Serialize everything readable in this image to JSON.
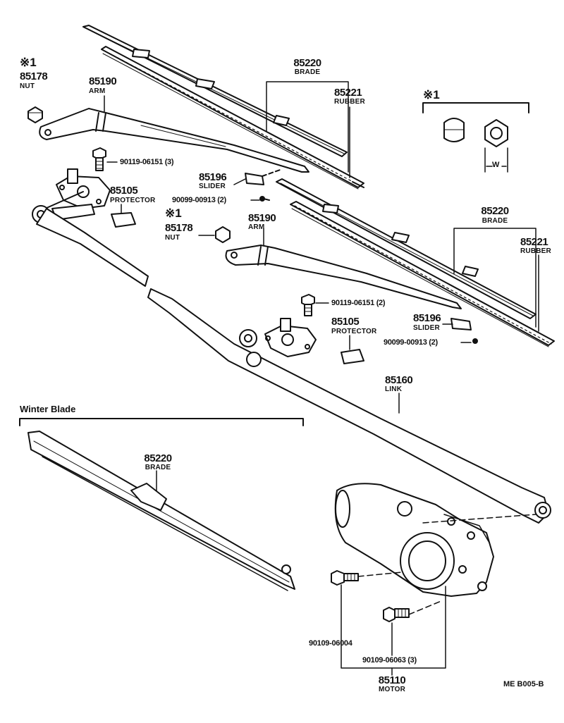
{
  "labels": {
    "mark_note": "※1",
    "w_dimension": "W",
    "winter_blade_title": "Winter Blade",
    "diagram_code": "ME   B005-B"
  },
  "parts": {
    "nut_85178": {
      "number": "85178",
      "name": "NUT"
    },
    "arm_85190": {
      "number": "85190",
      "name": "ARM"
    },
    "blade_85220": {
      "number": "85220",
      "name": "BRADE"
    },
    "rubber_85221": {
      "number": "85221",
      "name": "RUBBER"
    },
    "slider_85196": {
      "number": "85196",
      "name": "SLIDER"
    },
    "protector_85105": {
      "number": "85105",
      "name": "PROTECTOR"
    },
    "link_85160": {
      "number": "85160",
      "name": "LINK"
    },
    "motor_85110": {
      "number": "85110",
      "name": "MOTOR"
    },
    "bolt_90119_3": "90119-06151 (3)",
    "bolt_90119_2": "90119-06151 (2)",
    "screw_90099_a": "90099-00913 (2)",
    "screw_90099_b": "90099-00913 (2)",
    "bolt_90109_a": "90109-06004",
    "bolt_90109_b": "90109-06063 (3)"
  }
}
